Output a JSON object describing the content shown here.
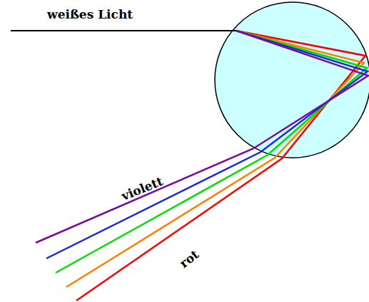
{
  "diagram": {
    "labels": [
      "weißes Licht",
      "violett",
      "rot"
    ]
  }
}
